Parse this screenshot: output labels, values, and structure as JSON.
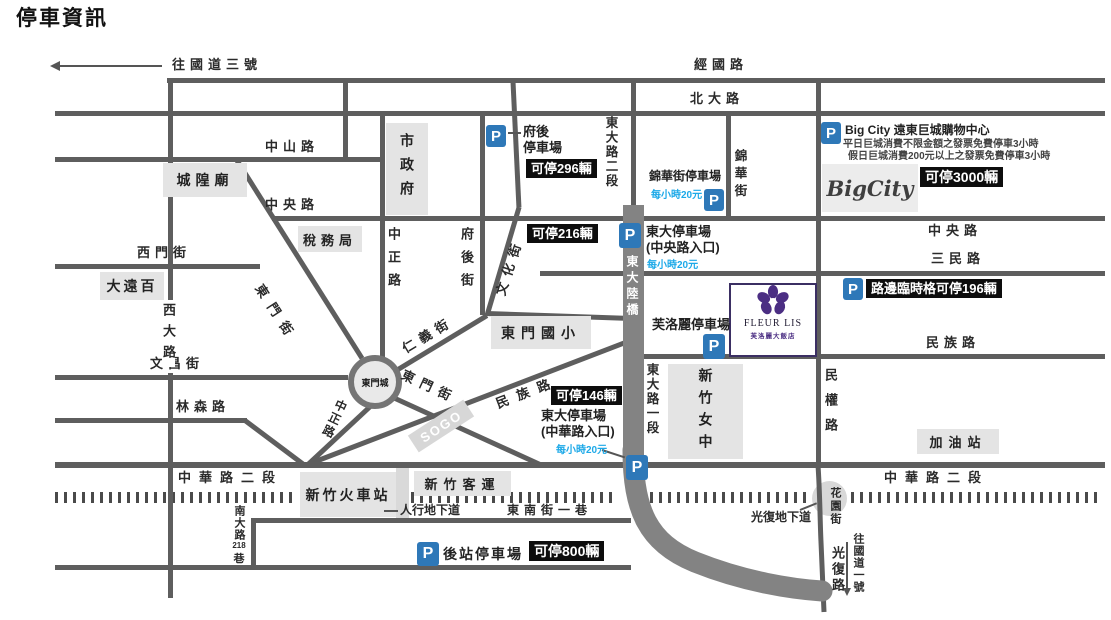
{
  "title": "停車資訊",
  "colors": {
    "road_gray": "#5e5e5e",
    "bridge_gray": "#838383",
    "parking_blue": "#2e78b8",
    "price_blue": "#1da9e8",
    "badge_black": "#0d0d0d",
    "fleur_purple": "#4b2e83",
    "landmark_gray": "#e4e4e4"
  },
  "icons": {
    "p_glyph": "P"
  },
  "roads": {
    "guodao3": "往國道三號",
    "jingguo": "經國路",
    "beida": "北大路",
    "zhongshan": "中山路",
    "zhongyang_left": "中央路",
    "zhongyang_right": "中央路",
    "sanmin": "三民路",
    "minzu_right": "民族路",
    "minzu_diag": "民族路",
    "ximen": "西門街",
    "wenchang": "文昌街",
    "linsen": "林森路",
    "zhonghua_left": "中華路二段",
    "zhonghua_right": "中華路二段",
    "xida": "西大路",
    "dongda2": "東大路二段",
    "dongda1": "東大路一段",
    "dongdaluqiao": "東大陸橋",
    "minquan": "民權路",
    "huayuan": "花園街",
    "guangfu": "光復路",
    "guodao1": "往國道一號",
    "fuhoujie": "府後街",
    "zhongzheng_n": "中正路",
    "zhongzheng_s": "中正路",
    "jinhuajie": "錦華街",
    "dongmen_nw": "東門街",
    "dongmen_se": "東門街",
    "renyi": "仁義街",
    "wenhua": "文化街",
    "dongnan": "東南街一巷",
    "nanda_1": "南大路",
    "nanda_2": "218",
    "nanda_3": "巷",
    "renxing": "人行地下道",
    "guangfu_underpass": "光復地下道"
  },
  "landmarks": {
    "chenghuang": "城隍廟",
    "shizhengfu": "市政府",
    "shuiwu": "稅務局",
    "dayuanbai": "大遠百",
    "dongmen_school": "東門國小",
    "sogo": "SOGO",
    "dongmencheng": "東門城",
    "train_station": "新竹火車站",
    "bus_station": "新竹客運",
    "girls_school": "新竹女中",
    "gas_station": "加油站"
  },
  "parking": {
    "fuhou_name_1": "府後",
    "fuhou_name_2": "停車場",
    "fuhou_cap": "可停296輛",
    "jinhua_name": "錦華街停車場",
    "jinhua_price": "每小時20元",
    "dongda_central_cap": "可停216輛",
    "dongda_central_name": "東大停車場",
    "dongda_central_sub": "(中央路入口)",
    "dongda_central_price": "每小時20元",
    "dongda_zhonghua_cap": "可停146輛",
    "dongda_zhonghua_name": "東大停車場",
    "dongda_zhonghua_sub": "(中華路入口)",
    "dongda_zhonghua_price": "每小時20元",
    "fleur_parking_name": "芙洛麗停車場",
    "roadside_cap": "路邊臨時格可停196輛",
    "houzhan_name": "後站停車場",
    "houzhan_cap": "可停800輛",
    "bigcity_cap": "可停3000輛"
  },
  "bigcity": {
    "title": "Big City 遠東巨城購物中心",
    "line2": "平日巨城消費不限金額之發票免費停車3小時",
    "line3": "假日巨城消費200元以上之發票免費停車3小時",
    "logo": "BigCity"
  },
  "fleurlis": {
    "name": "FLEUR LIS",
    "sub": "芙洛麗大飯店"
  }
}
